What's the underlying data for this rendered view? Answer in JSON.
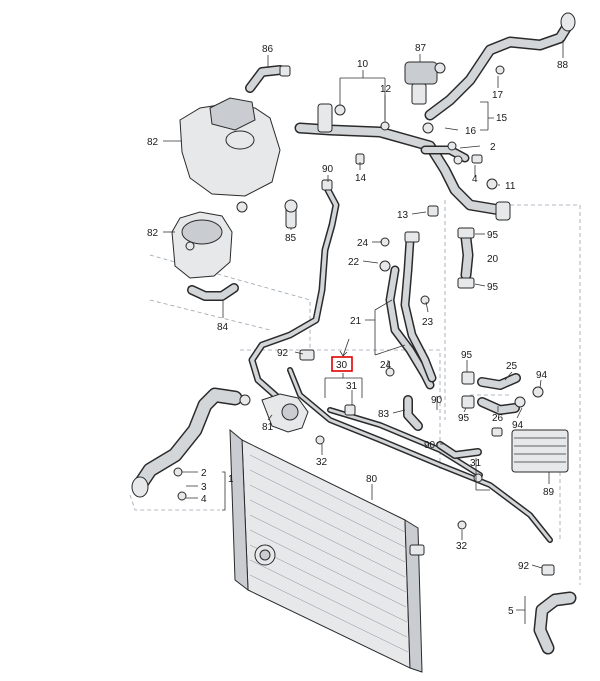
{
  "diagram": {
    "highlighted_label": "30",
    "labels": {
      "l86": "86",
      "l87": "87",
      "l88": "88",
      "l10": "10",
      "l12": "12",
      "l17": "17",
      "l15": "15",
      "l16": "16",
      "l82a": "82",
      "l90a": "90",
      "l14": "14",
      "l2a": "2",
      "l4a": "4",
      "l11": "11",
      "l85": "85",
      "l13": "13",
      "l95a": "95",
      "l82b": "82",
      "l24a": "24",
      "l22": "22",
      "l20": "20",
      "l95b": "95",
      "l84": "84",
      "l21": "21",
      "l23": "23",
      "l92a": "92",
      "l30": "30",
      "l31a": "31",
      "l95c": "95",
      "l25": "25",
      "l94a": "94",
      "l24b": "24",
      "l83": "83",
      "l90b": "90",
      "l95d": "95",
      "l26": "26",
      "l94b": "94",
      "l81": "81",
      "l90c": "90",
      "l32a": "32",
      "l31b": "31",
      "l2b": "2",
      "l3": "3",
      "l4b": "4",
      "l1": "1",
      "l80": "80",
      "l89": "89",
      "l32b": "32",
      "l92b": "92",
      "l5": "5"
    }
  }
}
